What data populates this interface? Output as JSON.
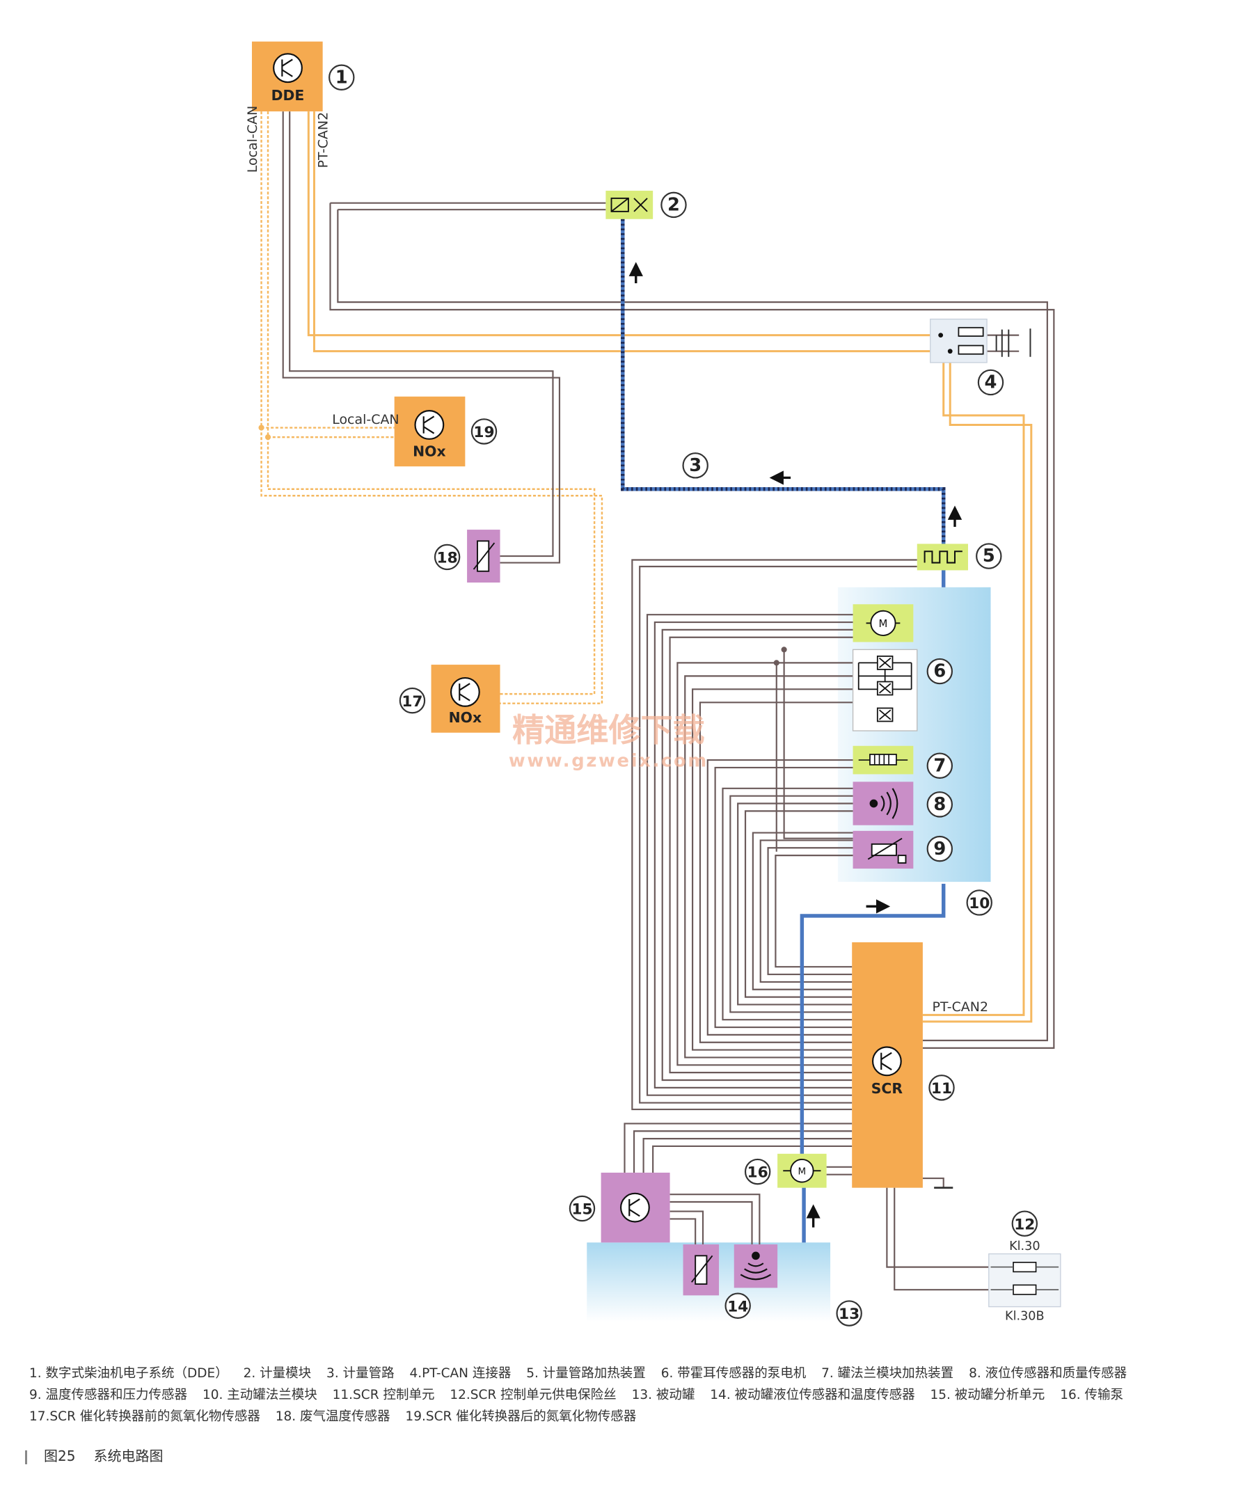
{
  "components": {
    "dde": {
      "label": "DDE",
      "num": "1"
    },
    "metering_module": {
      "num": "2"
    },
    "metering_line": {
      "num": "3"
    },
    "ptcan_connector": {
      "num": "4"
    },
    "line_heater": {
      "num": "5"
    },
    "pump_motor": {
      "num": "6"
    },
    "flange_heater": {
      "num": "7"
    },
    "level_sensor": {
      "num": "8"
    },
    "temp_pressure_sensor": {
      "num": "9"
    },
    "active_tank_flange": {
      "num": "10"
    },
    "scr": {
      "label": "SCR",
      "num": "11"
    },
    "scr_fuse": {
      "num": "12",
      "kl30": "Kl.30",
      "kl30b": "Kl.30B"
    },
    "passive_tank": {
      "num": "13"
    },
    "passive_level_temp_sensor": {
      "num": "14"
    },
    "passive_analysis_unit": {
      "num": "15"
    },
    "transfer_pump": {
      "num": "16"
    },
    "nox_before": {
      "label": "NOx",
      "num": "17"
    },
    "exhaust_temp_sensor": {
      "num": "18"
    },
    "nox_after": {
      "label": "NOx",
      "num": "19"
    }
  },
  "wire_labels": {
    "local_can_vertical": "Local-CAN",
    "ptcan2_vertical": "PT-CAN2",
    "local_can_nox": "Local-CAN",
    "ptcan2_scr": "PT-CAN2"
  },
  "watermark": {
    "line1": "精通维修下载",
    "line2": "www.gzweix.com"
  },
  "legend": [
    "1. 数字式柴油机电子系统（DDE）",
    "2. 计量模块",
    "3. 计量管路",
    "4.PT-CAN 连接器",
    "5. 计量管路加热装置",
    "6. 带霍耳传感器的泵电机",
    "7. 罐法兰模块加热装置",
    "8. 液位传感器和质量传感器",
    "9. 温度传感器和压力传感器",
    "10. 主动罐法兰模块",
    "11.SCR 控制单元",
    "12.SCR 控制单元供电保险丝",
    "13. 被动罐",
    "14. 被动罐液位传感器和温度传感器",
    "15. 被动罐分析单元",
    "16. 传输泵",
    "17.SCR 催化转换器前的氮氧化物传感器",
    "18. 废气温度传感器",
    "19.SCR 催化转换器后的氮氧化物传感器"
  ],
  "caption": {
    "figure": "图25",
    "title": "系统电路图"
  },
  "colors": {
    "control_unit": "#f5aa50",
    "sensor_purple": "#c98ec7",
    "actuator_green": "#d9ec7a",
    "tank_blue": "#cfe8f5",
    "can_wire": "#f5b860",
    "line_blue": "#4a78c0"
  }
}
